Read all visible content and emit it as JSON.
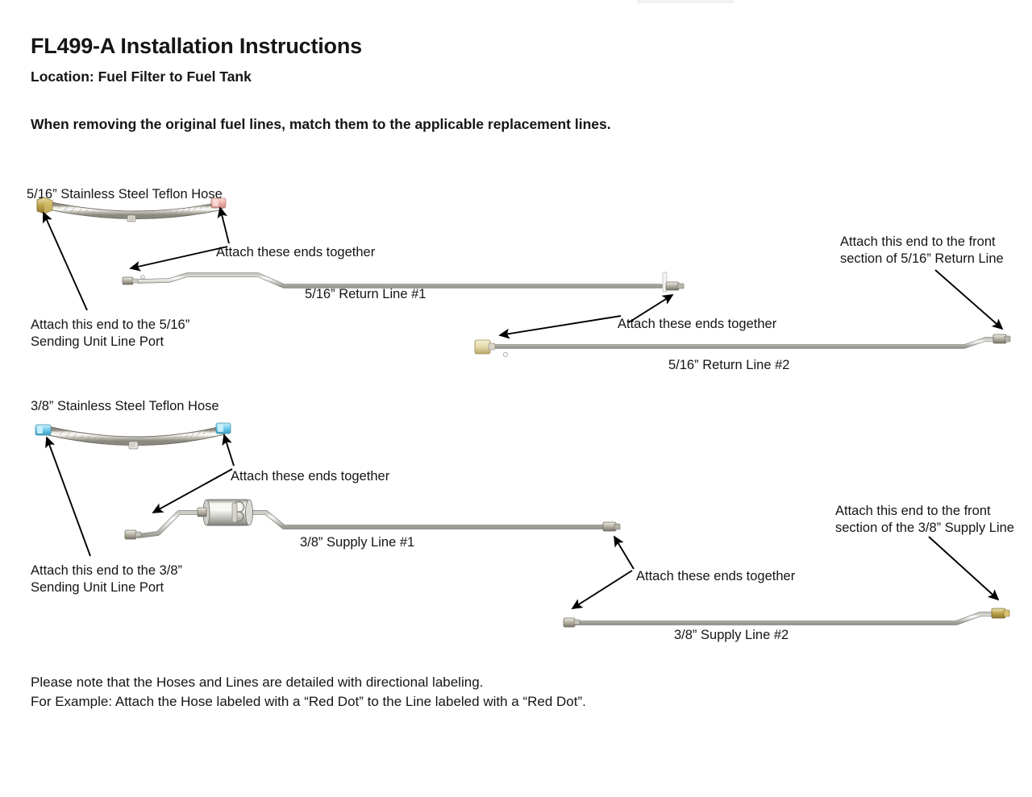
{
  "document": {
    "title": "FL499-A Installation Instructions",
    "location": "Location: Fuel Filter to Fuel Tank",
    "instruction": "When removing the original fuel lines, match them to the applicable replacement lines."
  },
  "sections": [
    {
      "id": "return-516",
      "hose_label": "5/16” Stainless Steel Teflon Hose",
      "attach_ends_label": "Attach these ends together",
      "sending_unit_label": "Attach this end to the 5/16”\nSending Unit Line Port",
      "line1_label": "5/16” Return Line #1",
      "attach_ends_label_2": "Attach these ends together",
      "line2_label": "5/16” Return Line #2",
      "front_section_label": "Attach this end to the front\nsection of 5/16” Return Line",
      "hose_end_colors": {
        "left": "#b9a04a",
        "right": "#f0b4ae"
      }
    },
    {
      "id": "supply-38",
      "hose_label": "3/8” Stainless Steel Teflon Hose",
      "attach_ends_label": "Attach these ends together",
      "sending_unit_label": "Attach this end to the 3/8”\nSending Unit Line Port",
      "line1_label": "3/8” Supply Line #1",
      "attach_ends_label_2": "Attach these ends together",
      "line2_label": "3/8” Supply Line #2",
      "front_section_label": "Attach this end to the front\nsection of the 3/8” Supply Line",
      "hose_end_colors": {
        "left": "#7fd2ef",
        "right": "#7fd2ef"
      }
    }
  ],
  "notes": {
    "line_1": "Please note that the Hoses and Lines are detailed with directional labeling.",
    "line_2": "For Example: Attach the Hose labeled with a “Red Dot” to the Line labeled with a “Red Dot”."
  },
  "colors": {
    "text": "#151515",
    "steel_light": "#e9e9e7",
    "steel_mid": "#b9b9b4",
    "steel_dark": "#8d8d88",
    "brass": "#b9a04a",
    "brass_light": "#e7dcb0",
    "blue_fitting": "#7fd2ef",
    "pink_fitting": "#f0b4ae",
    "arrow": "#000000",
    "top_band": "#f2f2f2"
  }
}
